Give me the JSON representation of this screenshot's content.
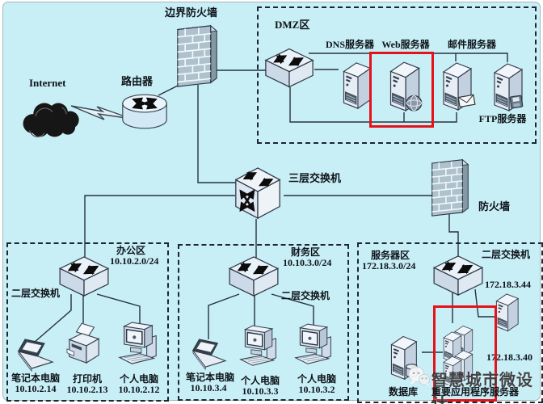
{
  "colors": {
    "background": "#c8eef6",
    "highlight_red": "#e51219",
    "line": "#26323e",
    "device_body": "#e6edf5",
    "device_side": "#c2d0e0"
  },
  "internet": {
    "label": "Internet"
  },
  "router": {
    "label": "路由器"
  },
  "edge_firewall": {
    "label": "边界防火墙"
  },
  "dmz": {
    "title": "DMZ区",
    "dns_label": "DNS服务器",
    "web_label": "Web服务器",
    "mail_label": "邮件服务器",
    "ftp_label": "FTP服务器"
  },
  "core_switch": {
    "label": "三层交换机"
  },
  "inner_firewall": {
    "label": "防火墙"
  },
  "office": {
    "title": "办公区",
    "subnet": "10.10.2.0/24",
    "switch_label": "二层交换机",
    "devices": [
      {
        "label": "笔记本电脑",
        "ip": "10.10.2.14"
      },
      {
        "label": "打印机",
        "ip": "10.10.2.13"
      },
      {
        "label": "个人电脑",
        "ip": "10.10.2.12"
      }
    ]
  },
  "finance": {
    "title": "财务区",
    "subnet": "10.10.3.0/24",
    "switch_label": "二层交换机",
    "devices": [
      {
        "label": "笔记本电脑",
        "ip": "10.10.3.4"
      },
      {
        "label": "个人电脑",
        "ip": "10.10.3.3"
      },
      {
        "label": "个人电脑",
        "ip": "10.10.3.2"
      }
    ]
  },
  "server_zone": {
    "title": "服务器区",
    "subnet": "172.18.3.0/24",
    "switch_label": "二层交换机",
    "server_ip_top": "172.18.3.44",
    "server_ip_bottom": "172.18.3.40",
    "database_label": "数据库",
    "app_server_label": "重要应用程序服务器"
  },
  "watermark": {
    "text": "智慧城市微设计"
  }
}
